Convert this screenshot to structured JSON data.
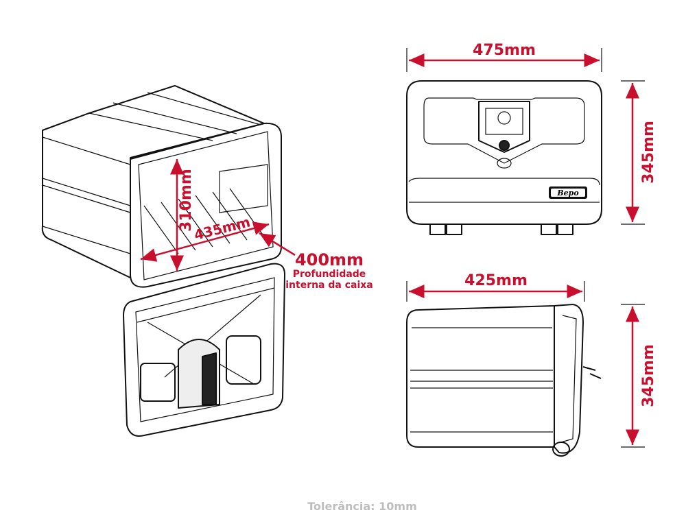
{
  "dimensions": {
    "front_width": "475mm",
    "front_height": "345mm",
    "side_depth": "425mm",
    "side_height": "345mm",
    "inner_height": "310mm",
    "inner_width": "435mm",
    "inner_depth": "400mm",
    "inner_depth_caption_line1": "Profundidade",
    "inner_depth_caption_line2": "interna da caixa"
  },
  "brand": "Bepo",
  "tolerance": "Tolerância: 10mm",
  "colors": {
    "accent": "#c8102e",
    "line": "#111111",
    "tolerance_text": "#bdbdbd"
  }
}
